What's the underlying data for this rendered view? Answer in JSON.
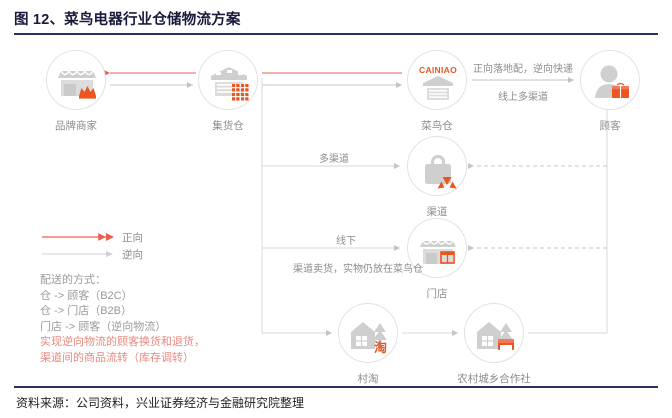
{
  "title": "图 12、菜鸟电器行业仓储物流方案",
  "source": "资料来源：公司资料，兴业证券经济与金融研究院整理",
  "colors": {
    "forward_arrow": "#e8604c",
    "reverse_arrow": "#c8c8c8",
    "rule": "#2e3060",
    "title": "#1a1a3c",
    "label": "#8c8c8c",
    "highlight": "#e8897e",
    "brand_red": "#ea5520"
  },
  "nodes": [
    {
      "id": "brand",
      "label": "品牌商家",
      "icon": "storefront-crown-icon"
    },
    {
      "id": "hub",
      "label": "集货仓",
      "icon": "warehouse-boxes-icon"
    },
    {
      "id": "cainiao",
      "label": "菜鸟仓",
      "icon": "cainiao-warehouse-icon",
      "logo_text": "CAINIAO"
    },
    {
      "id": "customer",
      "label": "顾客",
      "icon": "customer-parcel-icon"
    },
    {
      "id": "channel",
      "label": "渠道",
      "icon": "handbag-icon"
    },
    {
      "id": "store",
      "label": "门店",
      "icon": "shop-icon"
    },
    {
      "id": "cuntao",
      "label": "村淘",
      "icon": "village-taobao-icon"
    },
    {
      "id": "coop",
      "label": "农村城乡合作社",
      "icon": "village-coop-icon"
    }
  ],
  "edge_labels": {
    "cainiao_to_customer_top": "正向落地配，逆向快递",
    "cainiao_to_customer_bottom": "线上多渠道",
    "to_channel": "多渠道",
    "to_store_top": "线下",
    "to_store_bottom": "渠道卖货，实物仍放在菜鸟仓"
  },
  "legend": {
    "forward": "正向",
    "reverse": "逆向",
    "lines": [
      {
        "text": "配送的方式：",
        "highlight": false
      },
      {
        "text": "仓 -> 顾客（B2C）",
        "highlight": false
      },
      {
        "text": "仓 -> 门店（B2B）",
        "highlight": false
      },
      {
        "text": "门店 -> 顾客（逆向物流）",
        "highlight": false
      },
      {
        "text": "实现逆向物流的顾客换货和退货，",
        "highlight": true
      },
      {
        "text": "渠道间的商品流转（库存调转）",
        "highlight": true
      }
    ]
  }
}
